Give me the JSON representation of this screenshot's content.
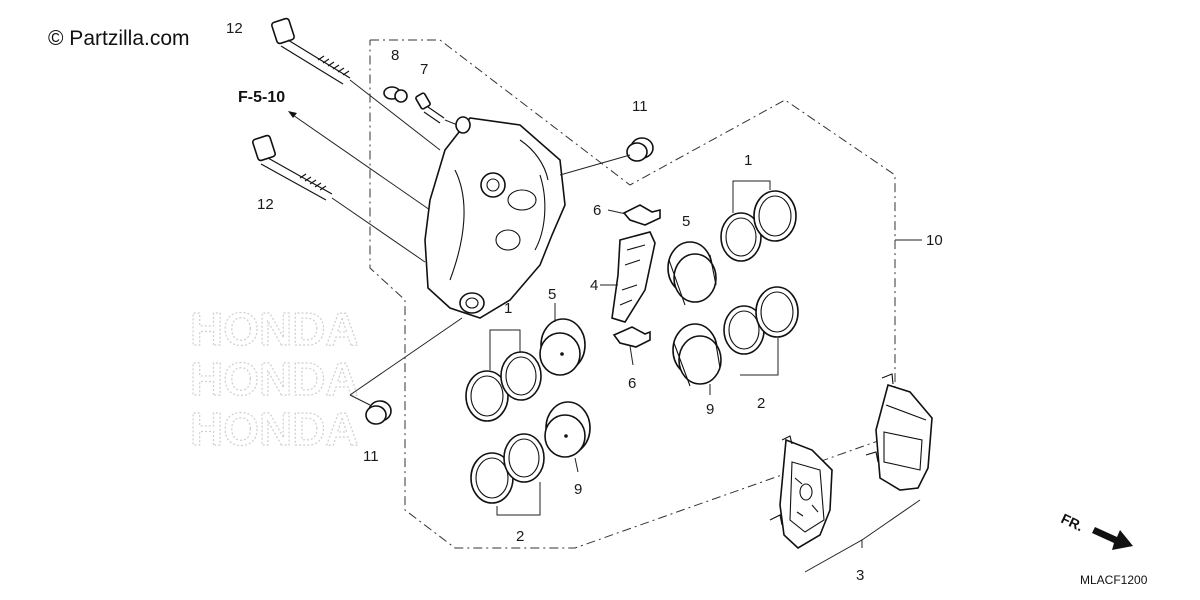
{
  "watermark": {
    "copyright": "© Partzilla.com",
    "brand_ghost": "HONDA"
  },
  "reference": {
    "label": "F-5-10"
  },
  "diagram_code": "MLACF1200",
  "direction": {
    "label": "FR."
  },
  "callouts": {
    "c12_top": "12",
    "c12_mid": "12",
    "c8": "8",
    "c7": "7",
    "c11_top": "11",
    "c11_bottom": "11",
    "c1_right": "1",
    "c1_left": "1",
    "c5_right": "5",
    "c5_left": "5",
    "c6_top": "6",
    "c6_bottom": "6",
    "c4": "4",
    "c10": "10",
    "c9_right": "9",
    "c9_left": "9",
    "c2_right": "2",
    "c2_left": "2",
    "c3": "3"
  }
}
